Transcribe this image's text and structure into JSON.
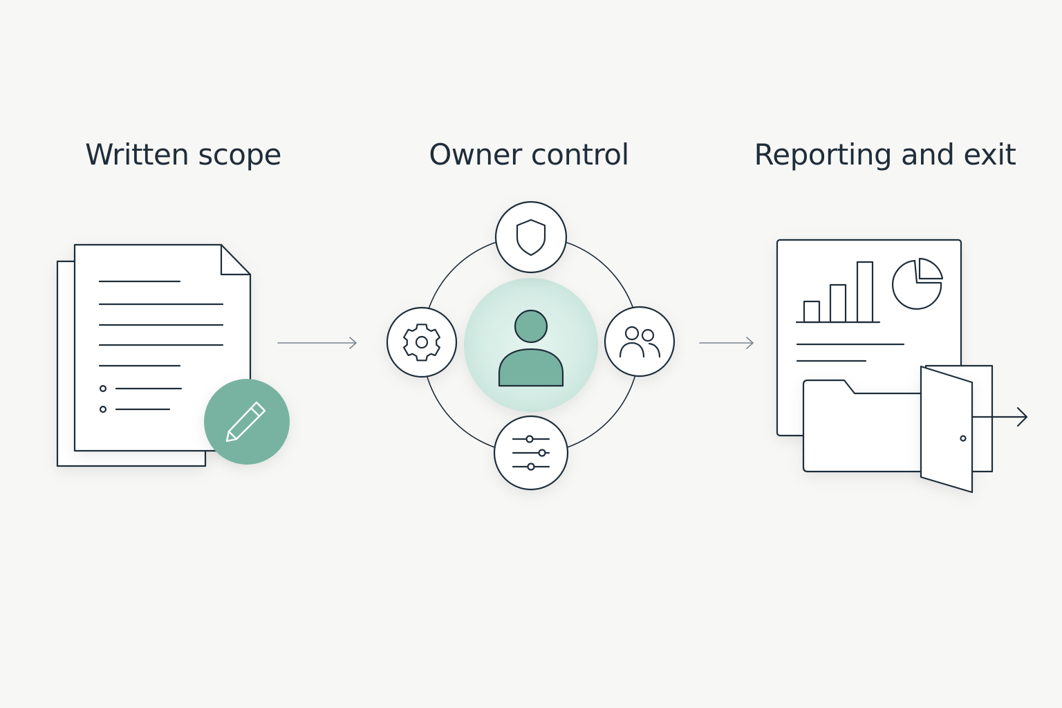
{
  "stages": [
    {
      "title": "Written scope"
    },
    {
      "title": "Owner control"
    },
    {
      "title": "Reporting and exit"
    }
  ],
  "icons": {
    "stage_1": [
      "document-icon",
      "pencil-icon"
    ],
    "stage_2": [
      "user-icon",
      "shield-icon",
      "gear-icon",
      "users-icon",
      "sliders-icon"
    ],
    "stage_3": [
      "report-icon",
      "bar-chart-icon",
      "pie-chart-icon",
      "folder-icon",
      "door-exit-icon"
    ]
  },
  "colors": {
    "background": "#f7f7f5",
    "stroke": "#1f2d3a",
    "accent": "#78b3a2",
    "accent_light": "#d3ebe4",
    "connector": "#7a8590"
  }
}
